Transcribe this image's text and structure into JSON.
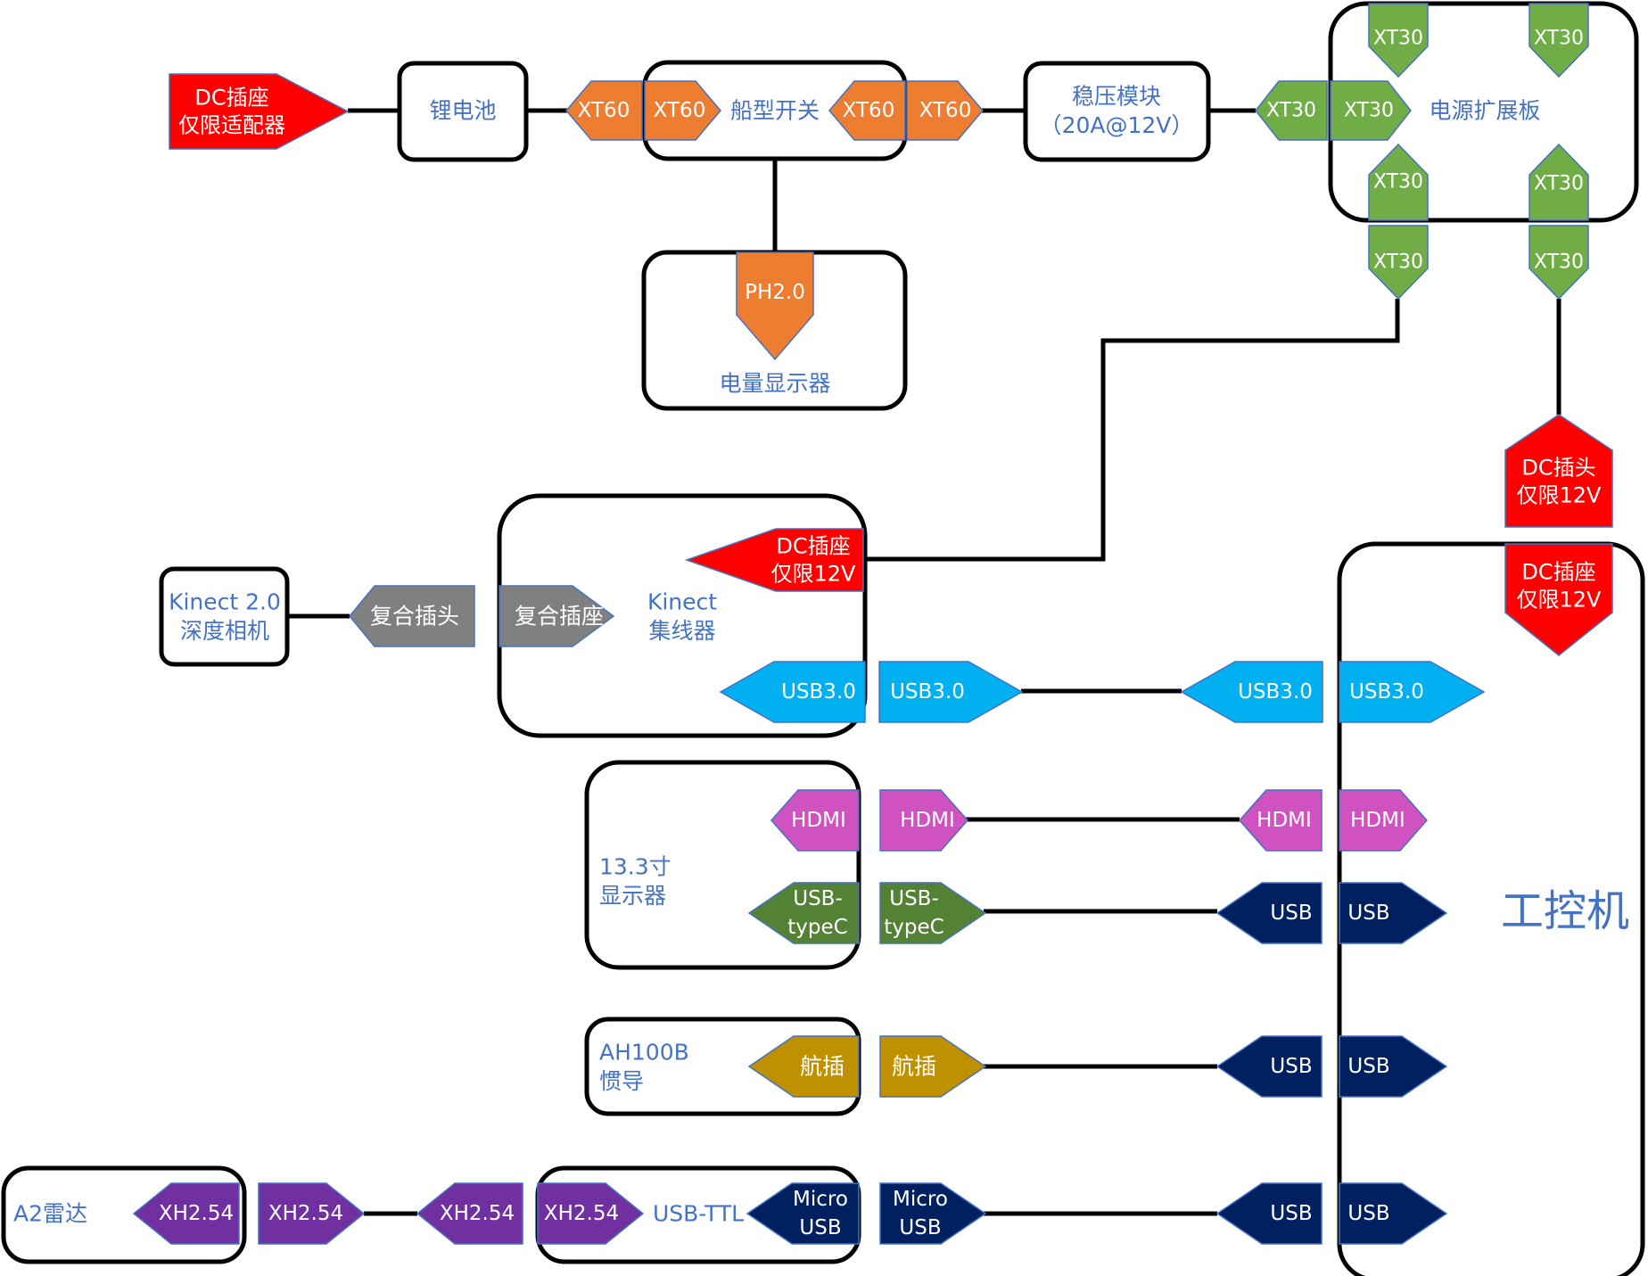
{
  "colors": {
    "wire": "#000000",
    "box_text": "#4472c4",
    "red": "#ff0000",
    "orange": "#ed7d31",
    "green": "#70ad47",
    "gray": "#808080",
    "cyan": "#00b0f0",
    "magenta": "#d052c0",
    "dkgreen": "#548235",
    "navy": "#002060",
    "gold": "#bf9000",
    "purple": "#7030a0",
    "white_text": "#ffffff",
    "outline": "#4472c4"
  },
  "boxes": {
    "battery": [
      "锂电池"
    ],
    "switch": [
      "船型开关"
    ],
    "gauge": [
      "电量显示器"
    ],
    "regulator": [
      "稳压模块",
      "（20A@12V）"
    ],
    "power_board": [
      "电源扩展板"
    ],
    "kinect_cam": [
      "Kinect 2.0",
      "深度相机"
    ],
    "kinect_hub": [
      "Kinect",
      "集线器"
    ],
    "display": [
      "13.3寸",
      "显示器"
    ],
    "imu": [
      "AH100B",
      "惯导"
    ],
    "lidar": [
      "A2雷达"
    ],
    "usb_ttl": [
      "USB-TTL"
    ],
    "ipc": [
      "工控机"
    ]
  },
  "connectors": {
    "dc_adapter": [
      "DC插座",
      "仅限适配器"
    ],
    "xt60": [
      "XT60"
    ],
    "xt30": [
      "XT30"
    ],
    "ph20": [
      "PH2.0"
    ],
    "dc_plug_12v": [
      "DC插头",
      "仅限12V"
    ],
    "dc_socket_12v": [
      "DC插座",
      "仅限12V"
    ],
    "combo_plug": [
      "复合插头"
    ],
    "combo_socket": [
      "复合插座"
    ],
    "usb30": [
      "USB3.0"
    ],
    "hdmi": [
      "HDMI"
    ],
    "usb_typec": [
      "USB-",
      "typeC"
    ],
    "usb": [
      "USB"
    ],
    "aviation": [
      "航插"
    ],
    "xh254": [
      "XH2.54"
    ],
    "micro_usb": [
      "Micro",
      "USB"
    ]
  }
}
